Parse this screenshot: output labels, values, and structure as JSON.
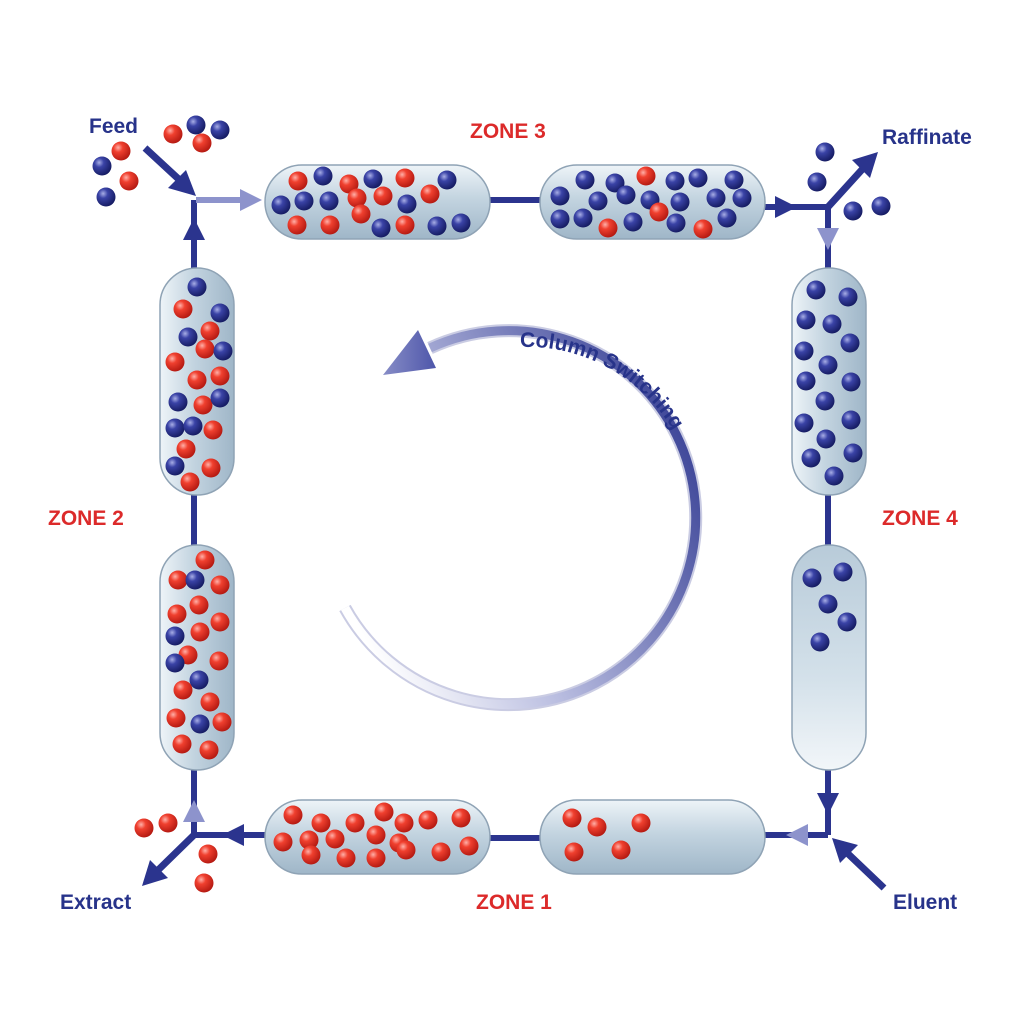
{
  "diagram": {
    "zones": [
      "ZONE 1",
      "ZONE 2",
      "ZONE 3",
      "ZONE 4"
    ],
    "ports": {
      "feed": "Feed",
      "raffinate": "Raffinate",
      "extract": "Extract",
      "eluent": "Eluent"
    },
    "cycle_label": "Column Switching",
    "colors": {
      "zone_label": "#dc2a2a",
      "port_label": "#27338a",
      "pipe": "#2b348e",
      "particle_red": "#e8281f",
      "particle_blue": "#2d3590",
      "column_fill": "#c9d8e3"
    }
  }
}
